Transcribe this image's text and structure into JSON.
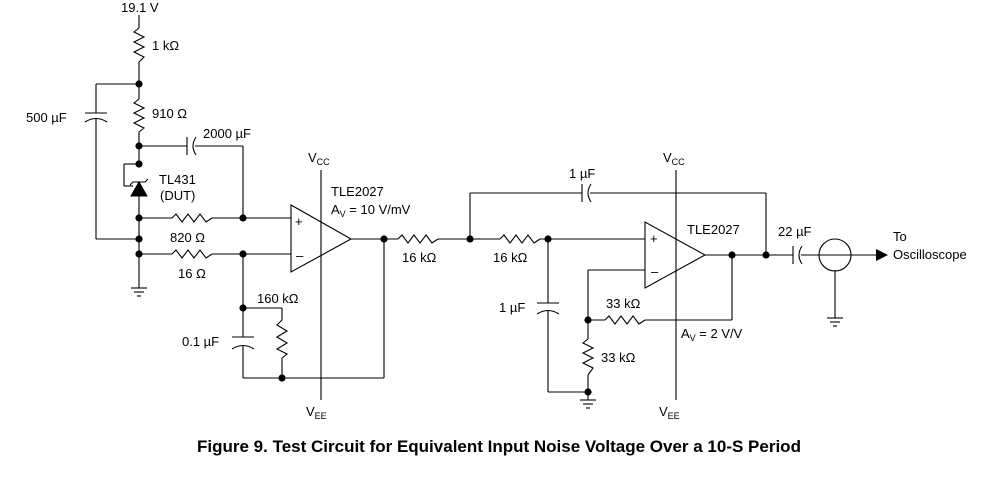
{
  "supply_label": "19.1 V",
  "resistors": {
    "r1": "1 kΩ",
    "r2": "910 Ω",
    "r3": "820 Ω",
    "r4": "16 Ω",
    "r5": "160 kΩ",
    "r6": "16 kΩ",
    "r7": "16 kΩ",
    "r8": "33 kΩ",
    "r9": "33 kΩ"
  },
  "capacitors": {
    "c1": "500 µF",
    "c2": "2000 µF",
    "c3": "0.1 µF",
    "c4": "1 µF",
    "c5": "1 µF",
    "c6": "22 µF"
  },
  "dut": {
    "part": "TL431",
    "note": "(DUT)"
  },
  "opamp1": {
    "part": "TLE2027",
    "gain": "A",
    "gain_sub": "V",
    "gain_value": " = 10 V/mV",
    "vcc": "V",
    "vcc_sub": "CC",
    "vee": "V",
    "vee_sub": "EE"
  },
  "opamp2": {
    "part": "TLE2027",
    "gain": "A",
    "gain_sub": "V",
    "gain_value": " = 2 V/V",
    "vcc": "V",
    "vcc_sub": "CC",
    "vee": "V",
    "vee_sub": "EE"
  },
  "plus": "+",
  "minus": "–",
  "output": {
    "line1": "To",
    "line2": "Oscilloscope"
  },
  "caption": "Figure 9. Test Circuit for Equivalent Input Noise Voltage Over a 10-S Period"
}
